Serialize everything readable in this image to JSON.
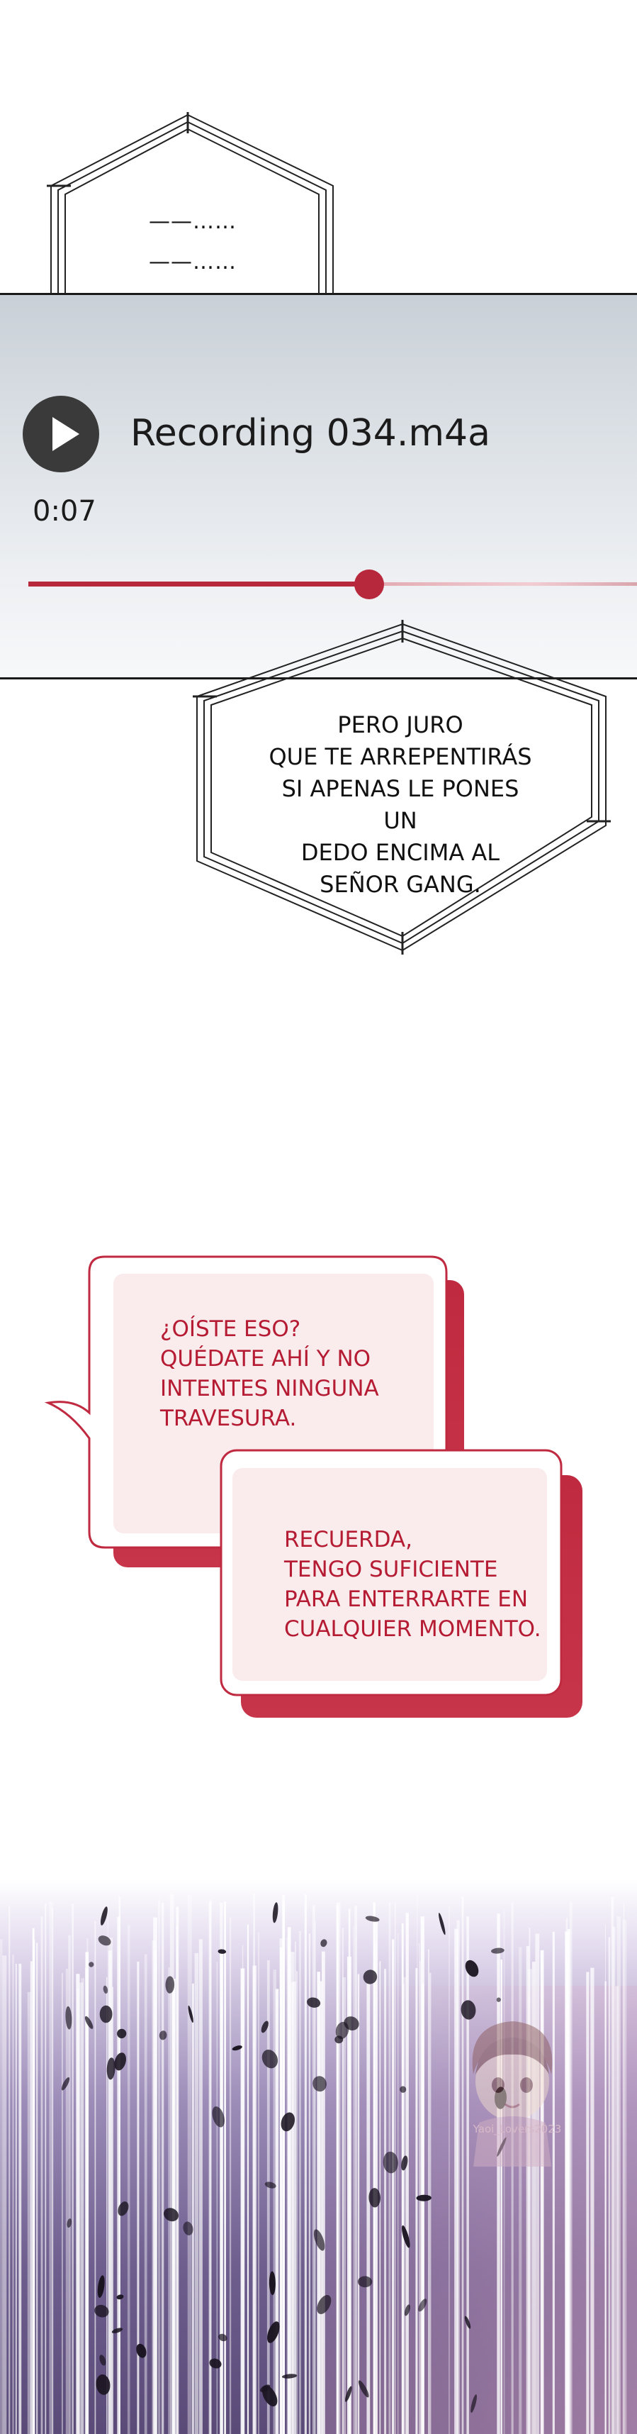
{
  "top_bubble": {
    "line1": "——……",
    "line2": "——……"
  },
  "player": {
    "play_icon": "play-icon",
    "filename": "Recording 034.m4a",
    "time": "0:07",
    "progress": 0.56,
    "accent_color": "#b8283c"
  },
  "middle_bubble": {
    "lines": [
      "PERO JURO",
      "QUE TE ARREPENTIRÁS",
      "SI APENAS LE PONES UN",
      "DEDO ENCIMA AL",
      "SEÑOR GANG."
    ]
  },
  "speech_bubble_1": {
    "lines": [
      "¿OÍSTE ESO?",
      "QUÉDATE AHÍ Y NO",
      "INTENTES NINGUNA",
      "TRAVESURA."
    ]
  },
  "speech_bubble_2": {
    "lines": [
      "RECUERDA,",
      "TENGO SUFICIENTE",
      "PARA ENTERRARTE EN",
      "CUALQUIER MOMENTO."
    ]
  },
  "watermark": {
    "text": "Yaoi_Lovers2023"
  }
}
